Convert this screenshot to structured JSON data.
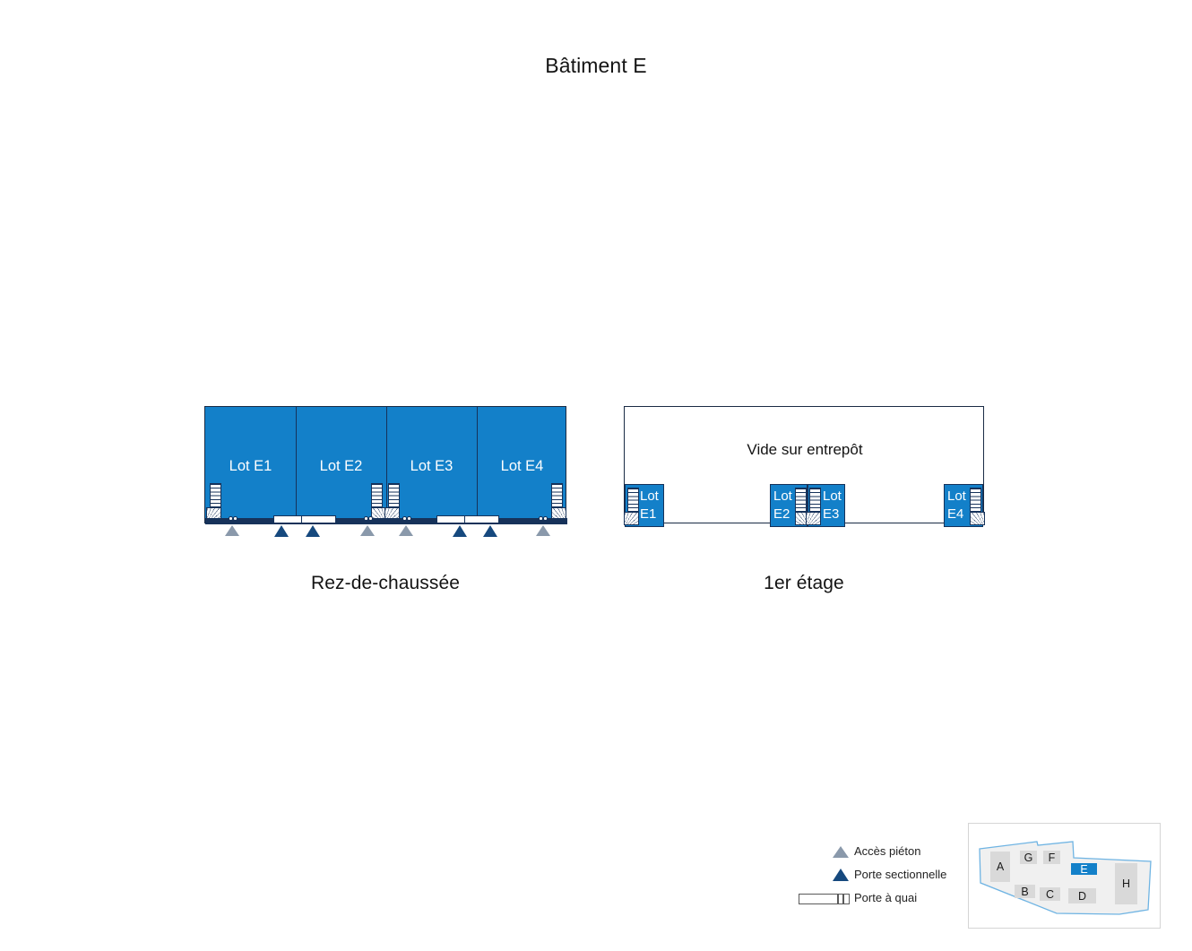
{
  "page": {
    "title": "Bâtiment E",
    "background_color": "#ffffff",
    "accent_color": "#1380c9",
    "outline_color": "#16325a"
  },
  "plans": [
    {
      "id": "ground",
      "caption": "Rez-de-chaussée",
      "fill": "filled",
      "lots": [
        {
          "label": "Lot E1"
        },
        {
          "label": "Lot E2"
        },
        {
          "label": "Lot E3"
        },
        {
          "label": "Lot E4"
        }
      ]
    },
    {
      "id": "first",
      "caption": "1er étage",
      "fill": "empty",
      "void_label": "Vide sur entrepôt",
      "mezzanines": [
        {
          "line1": "Lot",
          "line2": "E1"
        },
        {
          "line1": "Lot",
          "line2": "E2"
        },
        {
          "line1": "Lot",
          "line2": "E3"
        },
        {
          "line1": "Lot",
          "line2": "E4"
        }
      ]
    }
  ],
  "markers": {
    "pedestrian_access_count": 4,
    "sectional_door_count": 4,
    "dock_door_count": 4
  },
  "legend": {
    "items": [
      {
        "icon": "triangle-gray-icon",
        "label": "Accès piéton",
        "color": "#8a99ab"
      },
      {
        "icon": "triangle-navy-icon",
        "label": "Porte sectionnelle",
        "color": "#16497e"
      },
      {
        "icon": "dock-door-icon",
        "label": "Porte à quai",
        "color": "#5a5a5a"
      }
    ]
  },
  "minimap": {
    "highlight": "E",
    "buildings": [
      {
        "label": "A",
        "active": false
      },
      {
        "label": "G",
        "active": false
      },
      {
        "label": "F",
        "active": false
      },
      {
        "label": "E",
        "active": true
      },
      {
        "label": "B",
        "active": false
      },
      {
        "label": "C",
        "active": false
      },
      {
        "label": "D",
        "active": false
      },
      {
        "label": "H",
        "active": false
      }
    ]
  }
}
